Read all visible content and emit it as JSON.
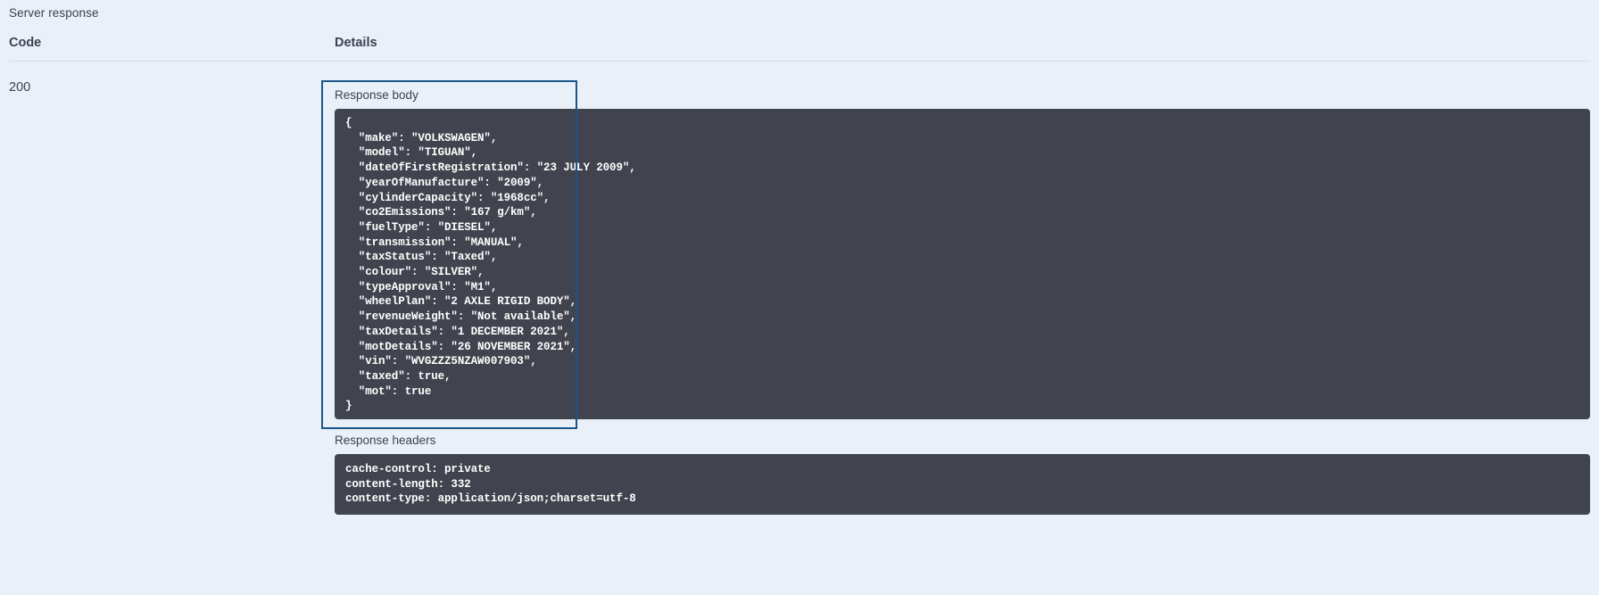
{
  "section": {
    "title": "Server response"
  },
  "table": {
    "headers": {
      "code": "Code",
      "details": "Details"
    },
    "row": {
      "code": "200"
    }
  },
  "response_body": {
    "label": "Response body",
    "content": "{\n  \"make\": \"VOLKSWAGEN\",\n  \"model\": \"TIGUAN\",\n  \"dateOfFirstRegistration\": \"23 JULY 2009\",\n  \"yearOfManufacture\": \"2009\",\n  \"cylinderCapacity\": \"1968cc\",\n  \"co2Emissions\": \"167 g/km\",\n  \"fuelType\": \"DIESEL\",\n  \"transmission\": \"MANUAL\",\n  \"taxStatus\": \"Taxed\",\n  \"colour\": \"SILVER\",\n  \"typeApproval\": \"M1\",\n  \"wheelPlan\": \"2 AXLE RIGID BODY\",\n  \"revenueWeight\": \"Not available\",\n  \"taxDetails\": \"1 DECEMBER 2021\",\n  \"motDetails\": \"26 NOVEMBER 2021\",\n  \"vin\": \"WVGZZZ5NZAW007903\",\n  \"taxed\": true,\n  \"mot\": true\n}",
    "fields": [
      {
        "key": "make",
        "value": "VOLKSWAGEN"
      },
      {
        "key": "model",
        "value": "TIGUAN"
      },
      {
        "key": "dateOfFirstRegistration",
        "value": "23 JULY 2009"
      },
      {
        "key": "yearOfManufacture",
        "value": "2009"
      },
      {
        "key": "cylinderCapacity",
        "value": "1968cc"
      },
      {
        "key": "co2Emissions",
        "value": "167 g/km"
      },
      {
        "key": "fuelType",
        "value": "DIESEL"
      },
      {
        "key": "transmission",
        "value": "MANUAL"
      },
      {
        "key": "taxStatus",
        "value": "Taxed"
      },
      {
        "key": "colour",
        "value": "SILVER"
      },
      {
        "key": "typeApproval",
        "value": "M1"
      },
      {
        "key": "wheelPlan",
        "value": "2 AXLE RIGID BODY"
      },
      {
        "key": "revenueWeight",
        "value": "Not available"
      },
      {
        "key": "taxDetails",
        "value": "1 DECEMBER 2021"
      },
      {
        "key": "motDetails",
        "value": "26 NOVEMBER 2021"
      },
      {
        "key": "vin",
        "value": "WVGZZZ5NZAW007903"
      },
      {
        "key": "taxed",
        "value": "true"
      },
      {
        "key": "mot",
        "value": "true"
      }
    ]
  },
  "response_headers": {
    "label": "Response headers",
    "content": "cache-control: private \ncontent-length: 332 \ncontent-type: application/json;charset=utf-8",
    "entries": [
      {
        "name": "cache-control",
        "value": "private"
      },
      {
        "name": "content-length",
        "value": "332"
      },
      {
        "name": "content-type",
        "value": "application/json;charset=utf-8"
      }
    ]
  },
  "colors": {
    "page_background": "#eaf0f8",
    "code_panel_background": "#41444e",
    "highlight_border": "#1b5489",
    "text": "#3b4151",
    "rule": "#d3dce8"
  }
}
